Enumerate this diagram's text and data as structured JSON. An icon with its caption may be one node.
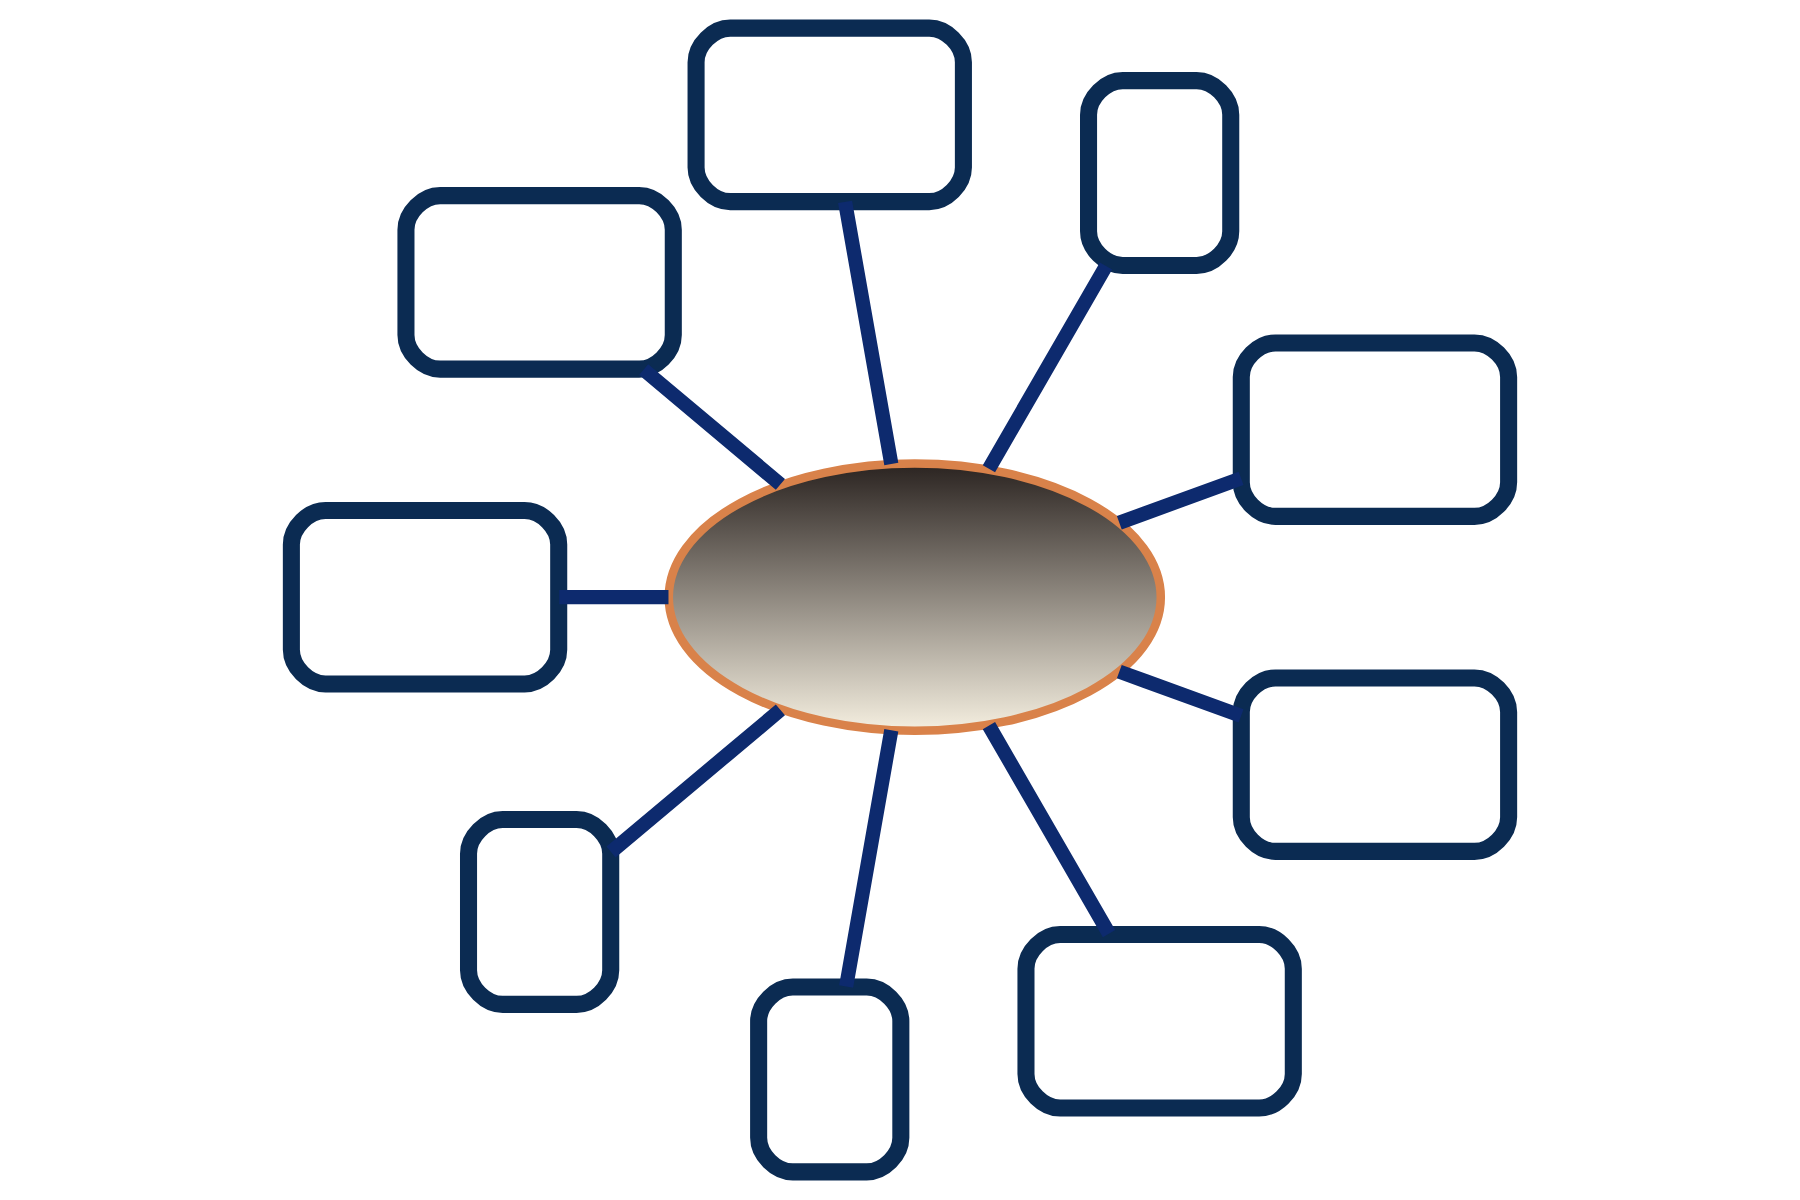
{
  "diagram": {
    "nodes": [
      {
        "text": [],
        "shape": "laptop"
      },
      {
        "text": [],
        "shape": "tablet"
      },
      {
        "text": [],
        "shape": "laptop"
      },
      {
        "text": [],
        "shape": "laptop"
      },
      {
        "text": [],
        "shape": "cloud"
      },
      {
        "text": [],
        "shape": "laptop"
      },
      {
        "text": [],
        "shape": "tablet"
      },
      {
        "text": [],
        "shape": "tablet"
      },
      {
        "text": [],
        "shape": "laptop"
      },
      {
        "text": [],
        "shape": "laptop"
      }
    ],
    "edges": [
      {
        "from": 4,
        "to": 0,
        "arrow": "none"
      },
      {
        "from": 4,
        "to": 1,
        "arrow": "none"
      },
      {
        "from": 4,
        "to": 2,
        "arrow": "none"
      },
      {
        "from": 4,
        "to": 3,
        "arrow": "none"
      },
      {
        "from": 4,
        "to": 5,
        "arrow": "none"
      },
      {
        "from": 4,
        "to": 6,
        "arrow": "none"
      },
      {
        "from": 4,
        "to": 7,
        "arrow": "none"
      },
      {
        "from": 4,
        "to": 8,
        "arrow": "none"
      },
      {
        "from": 4,
        "to": 9,
        "arrow": "none"
      }
    ]
  }
}
